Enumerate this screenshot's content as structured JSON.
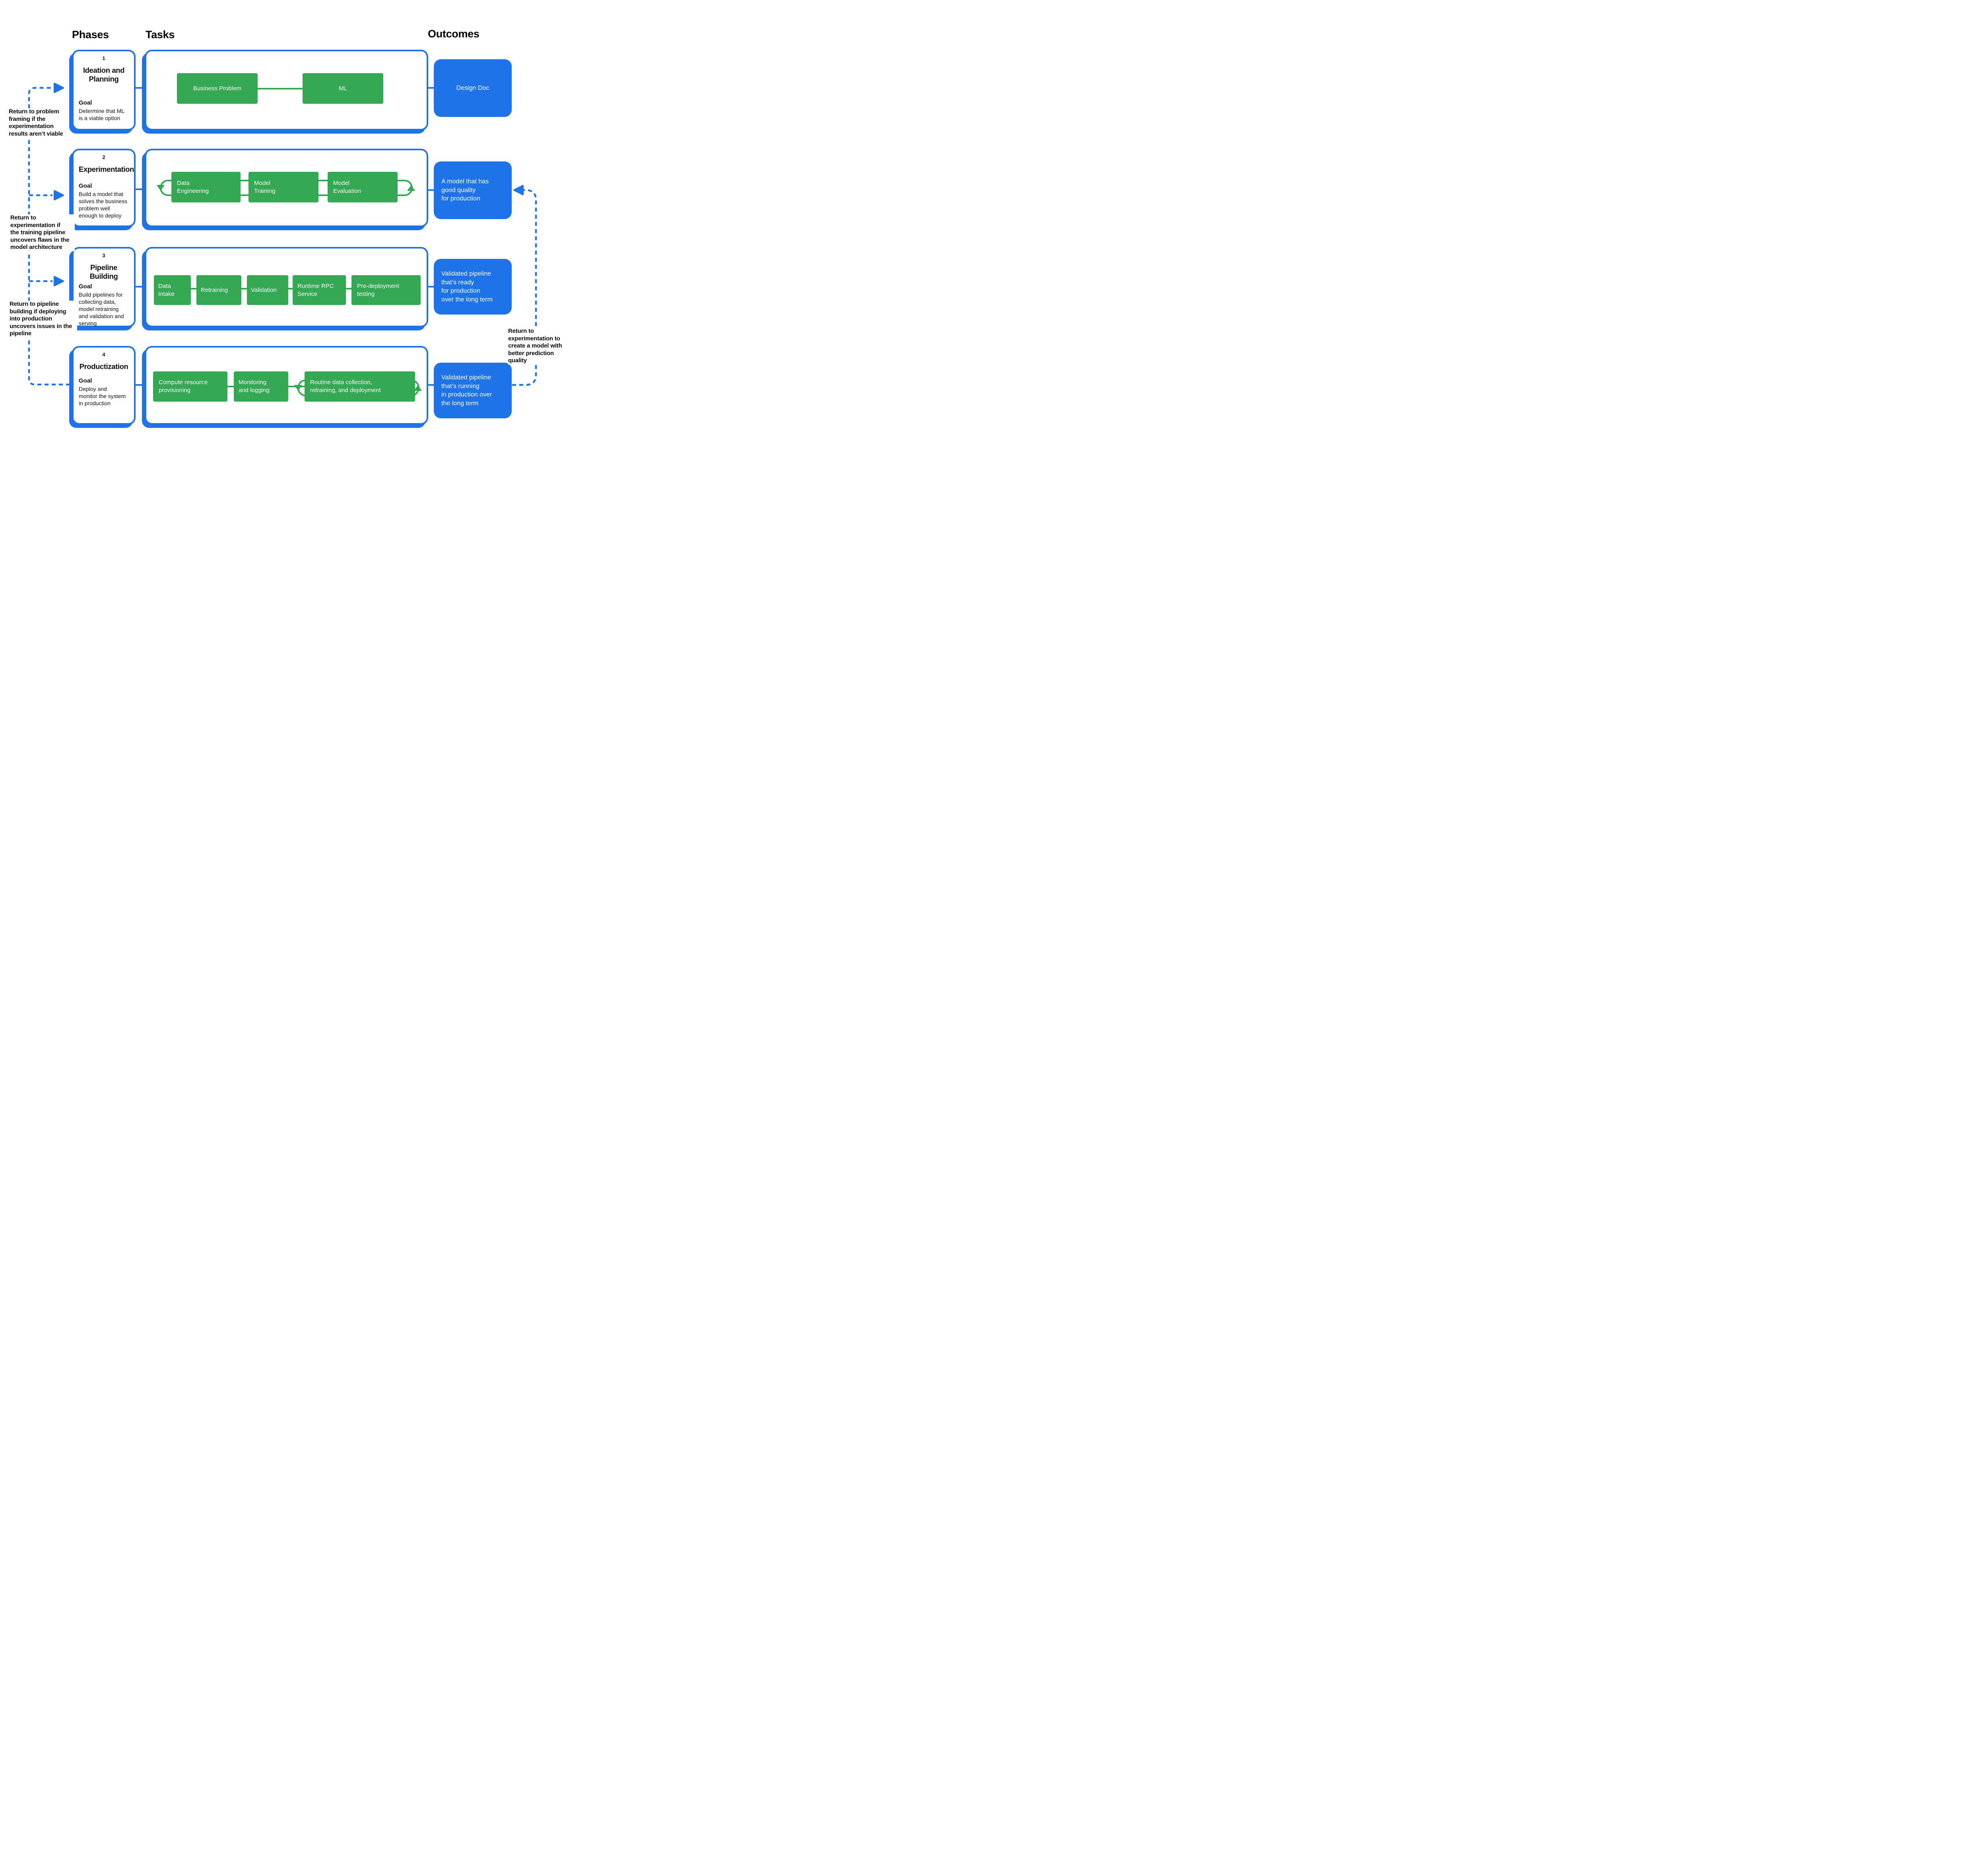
{
  "headers": {
    "phases": "Phases",
    "tasks": "Tasks",
    "outcomes": "Outcomes"
  },
  "colors": {
    "accent_blue": "#1E73E8",
    "accent_green": "#34A853"
  },
  "rows": [
    {
      "phase": {
        "number": "1",
        "title": "Ideation and Planning",
        "goal_label": "Goal",
        "goal_text": "Determine that ML\nis a viable option"
      },
      "tasks": [
        "Business Problem",
        "ML"
      ],
      "outcome": "Design Doc"
    },
    {
      "phase": {
        "number": "2",
        "title": "Experimentation",
        "goal_label": "Goal",
        "goal_text": "Build a model that\nsolves the business\nproblem well\nenough to deploy"
      },
      "tasks": [
        "Data\nEngineering",
        "Model\nTraining",
        "Model\nEvaluation"
      ],
      "outcome": "A model that has\ngood quality\nfor production"
    },
    {
      "phase": {
        "number": "3",
        "title": "Pipeline Building",
        "goal_label": "Goal",
        "goal_text": "Build pipelines for\ncollecting data,\nmodel retraining\nand validation and\nserving"
      },
      "tasks": [
        "Data\nIntake",
        "Retraining",
        "Validation",
        "Runtime RPC\nService",
        "Pre-deployment\ntesting"
      ],
      "outcome": "Validated pipeline\nthat’s ready\nfor production\nover the long term"
    },
    {
      "phase": {
        "number": "4",
        "title": "Productization",
        "goal_label": "Goal",
        "goal_text": "Deploy and\nmonitor the system\nin production"
      },
      "tasks": [
        "Compute  resource\nprovisioning",
        "Monitoring\nand logging",
        "Routine data collection,\nretraining, and deployment"
      ],
      "outcome": "Validated pipeline\nthat’s running\nin production over\nthe long term"
    }
  ],
  "annotations": {
    "left": [
      "Return to problem\nframing if the\nexperimentation\nresults aren’t viable",
      "Return to\nexperimentation if\nthe training pipeline\nuncovers flaws in the\nmodel architecture",
      "Return to pipeline\nbuilding if deploying\ninto production\nuncovers issues in the\npipeline"
    ],
    "right": "Return to\nexperimentation to\ncreate a model with\nbetter prediction\nquality"
  }
}
